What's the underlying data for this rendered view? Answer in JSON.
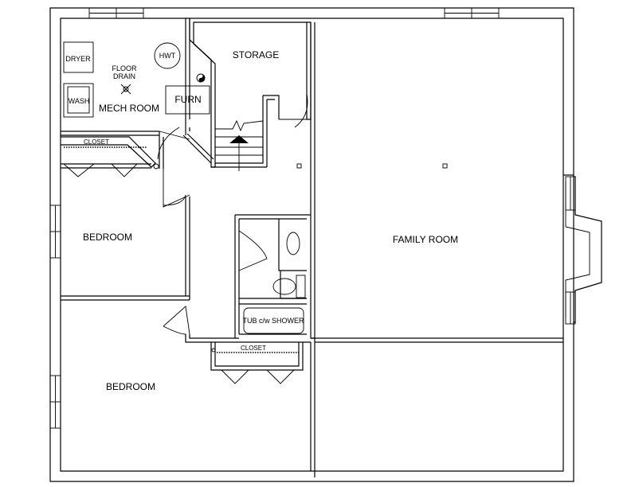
{
  "rooms": {
    "storage": "STORAGE",
    "mech_room": "MECH ROOM",
    "family_room": "FAMILY ROOM",
    "bedroom_upper": "BEDROOM",
    "bedroom_lower": "BEDROOM"
  },
  "fixtures": {
    "dryer": "DRYER",
    "wash": "WASH",
    "hwt": "HWT",
    "furn": "FURN",
    "floor_drain_line1": "FLOOR",
    "floor_drain_line2": "DRAIN",
    "closet_upper": "CLOSET",
    "closet_lower": "CLOSET",
    "tub": "TUB c/w SHOWER"
  }
}
